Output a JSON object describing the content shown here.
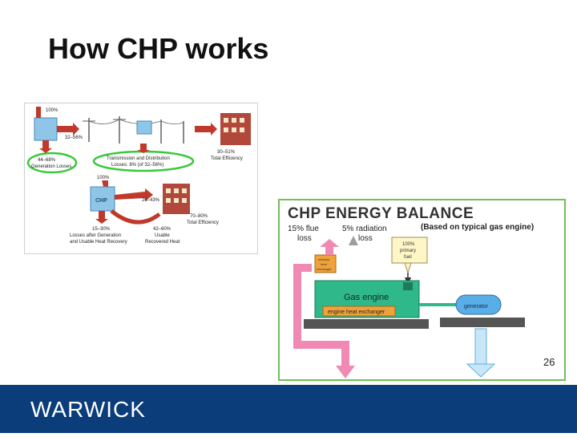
{
  "slide": {
    "title": "How CHP works",
    "number": "26"
  },
  "grid_diagram": {
    "top_input": "100%",
    "top_generated": "32–56%",
    "top_total_efficiency": "30–51%",
    "top_total_efficiency_label": "Total Efficiency",
    "generation_losses_value": "44–68%",
    "generation_losses_label": "Generation Losses",
    "td_losses_label": "Transmission and Distribution",
    "td_losses_value": "Losses: 8% (of 32–56%)",
    "chp_input": "100%",
    "chp_unit_label": "CHP",
    "chp_electric": "20–43%",
    "chp_total_efficiency": "70–80%",
    "chp_total_efficiency_label": "Total Efficiency",
    "chp_losses_value": "15–30%",
    "chp_losses_label_1": "Losses after Generation",
    "chp_losses_label_2": "and Usable Heat Recovery",
    "heat_value": "42–60%",
    "heat_label_1": "Usable",
    "heat_label_2": "Recovered Heat"
  },
  "energy_balance": {
    "title": "CHP ENERGY BALANCE",
    "subtitle": "(Based on typical gas engine)",
    "flue_loss_1": "15% flue",
    "flue_loss_2": "loss",
    "radiation_loss_1": "5% radiation",
    "radiation_loss_2": "loss",
    "primary_fuel_1": "100%",
    "primary_fuel_2": "primary",
    "primary_fuel_3": "fuel",
    "exhaust_hx_1": "exhaust",
    "exhaust_hx_2": "heat",
    "exhaust_hx_3": "exchanger",
    "gas_engine": "Gas engine",
    "engine_hx": "engine heat exchanger",
    "generator": "generator"
  },
  "footer": {
    "logo_text": "WARWICK"
  },
  "colors": {
    "footer_bg": "#0b3d7a",
    "engine_green": "#2fb88a",
    "heat_pink": "#f08ab4",
    "power_blue": "#5aaee8",
    "frame_green": "#6fbf5a"
  }
}
